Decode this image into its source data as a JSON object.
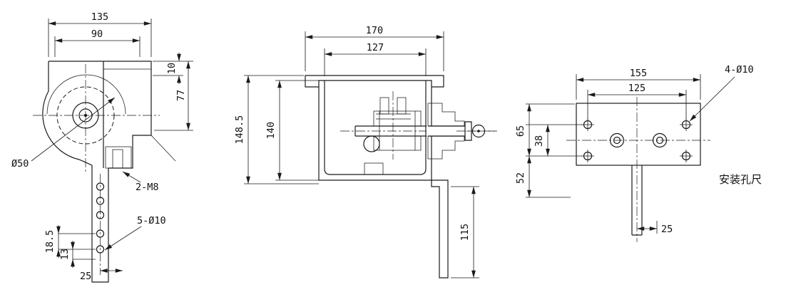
{
  "page": {
    "background": "#ffffff",
    "line_color": "#1a1a1a"
  },
  "views": {
    "left": {
      "dim_overall_width": "135",
      "dim_inner_width": "90",
      "dim_flange_step": "10",
      "dim_body_height": "77",
      "label_bore_diameter": "Ø50",
      "label_thread_holes": "2-M8",
      "label_bracket_holes": "5-Ø10",
      "dim_hole_pitch_upper": "18.5",
      "dim_hole_pitch_lower": "13",
      "dim_hole_edge_offset": "25"
    },
    "middle": {
      "dim_overall_width": "170",
      "dim_inner_width": "127",
      "dim_overall_height": "148.5",
      "dim_body_height": "140",
      "dim_bracket_height": "115"
    },
    "right": {
      "dim_plate_width": "155",
      "dim_hole_pitch_horizontal": "125",
      "label_mounting_holes": "4-Ø10",
      "dim_edge_to_hole": "65",
      "dim_hole_pitch_vertical": "38",
      "dim_hole_to_base": "52",
      "dim_stem_offset": "25",
      "caption": "安装孔尺"
    }
  }
}
